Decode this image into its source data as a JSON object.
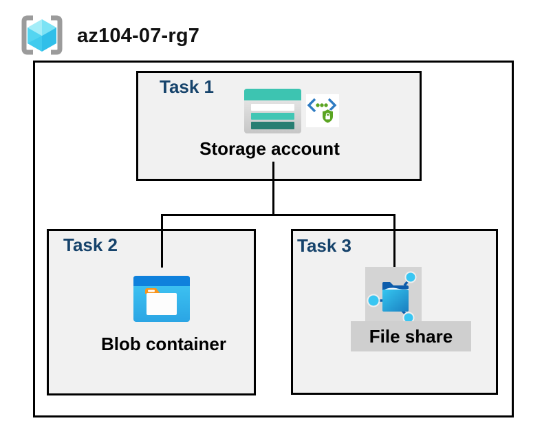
{
  "header": {
    "resource_group_name": "az104-07-rg7",
    "resource_group_icon": "resource-group-icon"
  },
  "diagram": {
    "tasks": [
      {
        "label": "Task 1",
        "item": "Storage account",
        "icons": [
          "storage-account-icon",
          "service-endpoint-lock-icon"
        ]
      },
      {
        "label": "Task 2",
        "item": "Blob container",
        "icons": [
          "blob-container-icon"
        ]
      },
      {
        "label": "Task 3",
        "item": "File share",
        "icons": [
          "file-share-icon"
        ]
      }
    ],
    "connections": [
      {
        "from": "Storage account",
        "to": "Blob container"
      },
      {
        "from": "Storage account",
        "to": "File share"
      }
    ]
  },
  "colors": {
    "task_label": "#16436B",
    "box_fill": "#F1F1F1",
    "box_border": "#000000",
    "connector": "#000000",
    "storage_teal": "#3DC4B1",
    "storage_teal_dark": "#287E72",
    "blob_top_blue": "#0F81DC",
    "blob_body_blue": "#38C3F1",
    "folder_tab_orange": "#F8951D",
    "fileshare_folder_blue": "#2FBCEC",
    "fileshare_flap_navy": "#0D5CAB",
    "fileshare_gray_bg": "#D4D4D4",
    "fileshare_label_bg": "#CFCFCF",
    "endpoint_green": "#5AA421",
    "endpoint_blue": "#2E7BC2",
    "rg_bracket_gray": "#9B9B9B",
    "rg_cube_cyan": "#53D5F1"
  }
}
